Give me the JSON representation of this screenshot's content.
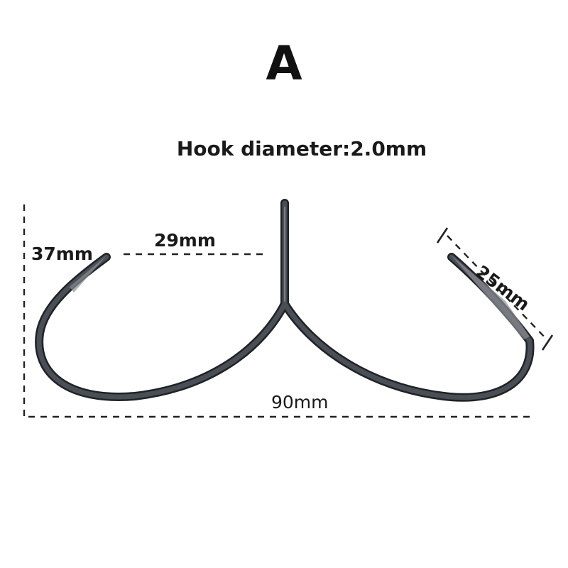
{
  "variant_label": "A",
  "spec": {
    "text": "Hook diameter:2.0mm"
  },
  "dimensions": {
    "height": "37mm",
    "arm": "29mm",
    "width": "90mm",
    "point": "25mm"
  },
  "colors": {
    "hook_wire": "#3a3e44",
    "hook_edge": "#1f2226",
    "dimension_line": "#222222",
    "text": "#111111"
  }
}
